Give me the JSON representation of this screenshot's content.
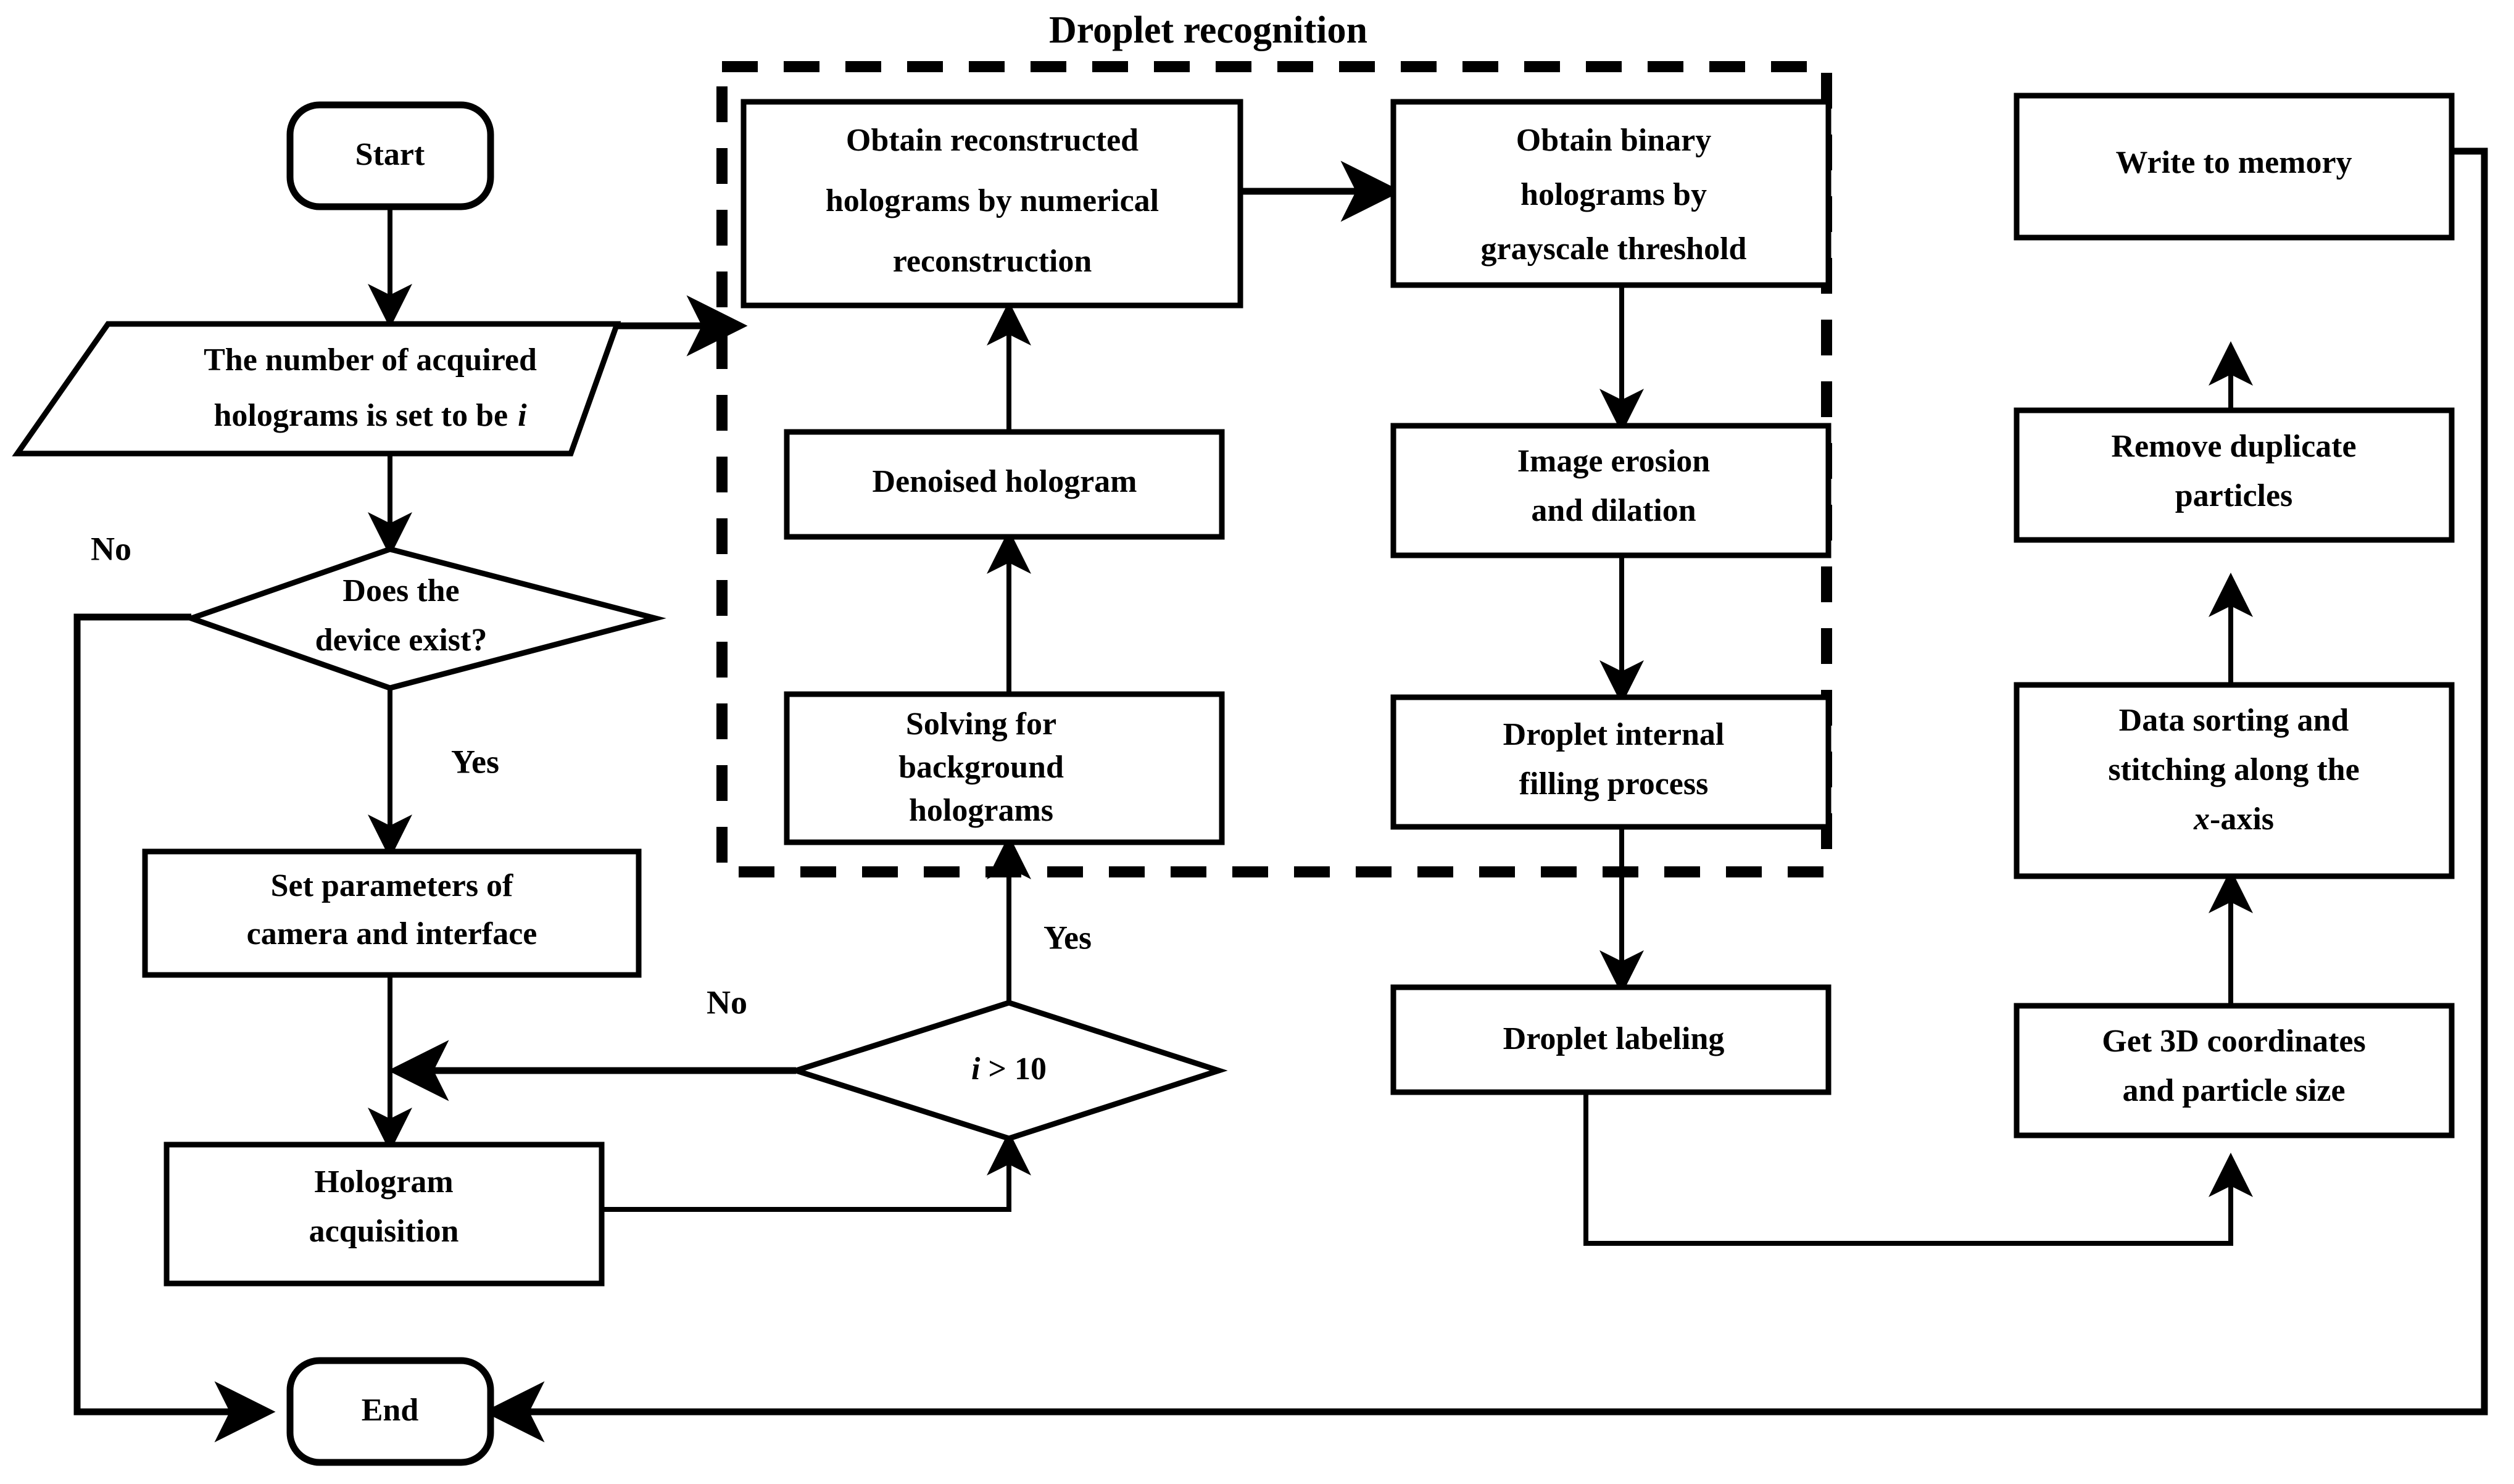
{
  "diagram": {
    "title": "Droplet recognition",
    "group_label": "Droplet recognition",
    "accent_color": "#000000",
    "background_color": "#ffffff"
  },
  "nodes": {
    "start": {
      "label": "Start",
      "shape": "terminator"
    },
    "set_count": {
      "line1": "The number of acquired",
      "line2": "holograms is set to be",
      "italic_var": "i",
      "shape": "parallelogram"
    },
    "device_exists": {
      "line1": "Does the",
      "line2": "device exist?",
      "shape": "decision"
    },
    "set_params": {
      "line1": "Set parameters of",
      "line2": "camera and interface",
      "shape": "process"
    },
    "hologram_acq": {
      "line1": "Hologram",
      "line2": "acquisition",
      "shape": "process"
    },
    "i_gt_10": {
      "italic_var": "i",
      "rest": " > 10",
      "shape": "decision"
    },
    "solving_bg": {
      "line1": "Solving for",
      "line2": "background",
      "line3": "holograms",
      "shape": "process"
    },
    "denoised": {
      "line1": "Denoised hologram",
      "shape": "process"
    },
    "obtain_recon": {
      "line1": "Obtain reconstructed",
      "line2": "holograms by numerical",
      "line3": "reconstruction",
      "shape": "process"
    },
    "obtain_binary": {
      "line1": "Obtain binary",
      "line2": "holograms by",
      "line3": "grayscale threshold",
      "shape": "process"
    },
    "erosion": {
      "line1": "Image erosion",
      "line2": "and dilation",
      "shape": "process"
    },
    "filling": {
      "line1": "Droplet internal",
      "line2": "filling process",
      "shape": "process"
    },
    "labeling": {
      "line1": "Droplet labeling",
      "shape": "process"
    },
    "get3d": {
      "line1": "Get 3D coordinates",
      "line2": "and particle size",
      "shape": "process"
    },
    "sorting": {
      "line1": "Data sorting and",
      "line2": "stitching along the",
      "italic_var": "x",
      "line3_rest": "-axis",
      "shape": "process"
    },
    "remove_dup": {
      "line1": "Remove duplicate",
      "line2": "particles",
      "shape": "process"
    },
    "write_mem": {
      "line1": "Write to memory",
      "shape": "process"
    },
    "end": {
      "label": "End",
      "shape": "terminator"
    }
  },
  "edge_labels": {
    "device_no": "No",
    "device_yes": "Yes",
    "loop_no": "No",
    "loop_yes": "Yes"
  }
}
